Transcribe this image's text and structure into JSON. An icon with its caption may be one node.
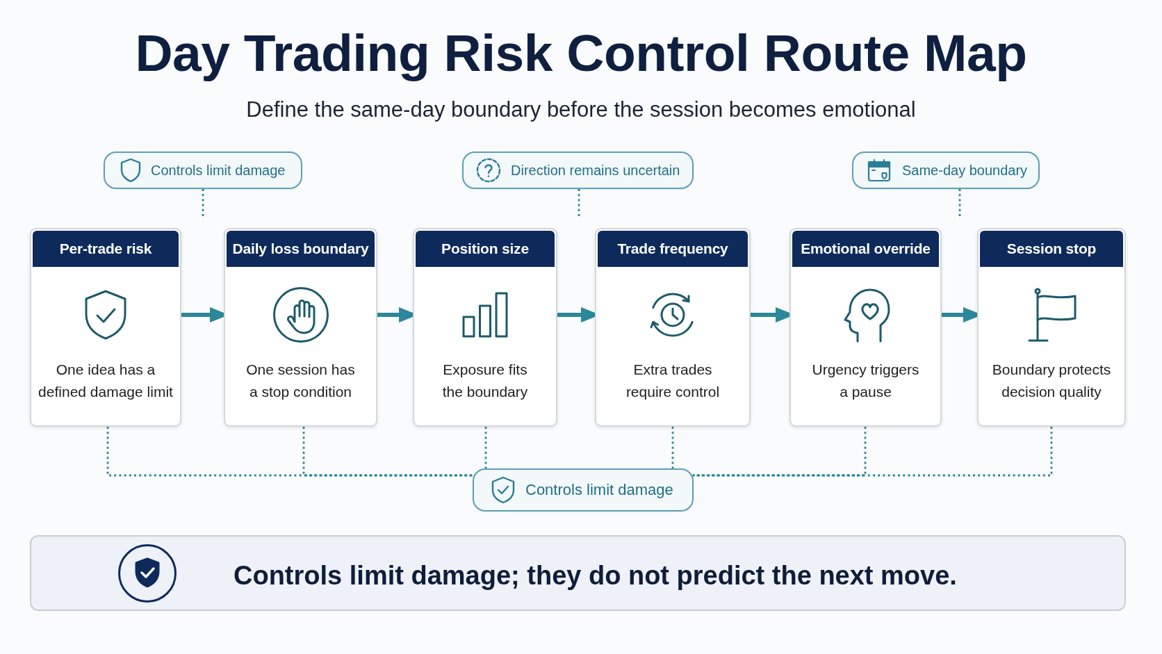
{
  "diagram": {
    "title": "Day Trading Risk Control Route Map",
    "nodes": [
      {
        "text": [
          "Controls limit damage"
        ]
      },
      {
        "text": [
          "Direction remains uncertain"
        ]
      },
      {
        "text": [
          "Same-day boundary"
        ]
      },
      {
        "text": [
          "Per-trade risk",
          "One idea has a defined damage limit"
        ]
      },
      {
        "text": [
          "Daily loss boundary",
          "One session has a stop condition"
        ]
      },
      {
        "text": [
          "Position size",
          "Exposure fits the boundary"
        ]
      },
      {
        "text": [
          "Trade frequency",
          "Extra trades require control"
        ]
      },
      {
        "text": [
          "Emotional override",
          "Urgency triggers a pause"
        ]
      },
      {
        "text": [
          "Session stop",
          "Boundary protects decision quality"
        ]
      },
      {
        "text": [
          "Controls limit damage"
        ]
      },
      {
        "text": [
          "Controls limit damage; they do not predict the next move."
        ]
      }
    ],
    "edges": [
      {
        "from": 3,
        "to": 4,
        "arrow": "to",
        "style": "thick"
      },
      {
        "from": 4,
        "to": 5,
        "arrow": "to",
        "style": "thick"
      },
      {
        "from": 5,
        "to": 6,
        "arrow": "to",
        "style": "thick"
      },
      {
        "from": 6,
        "to": 7,
        "arrow": "to",
        "style": "thick"
      },
      {
        "from": 7,
        "to": 8,
        "arrow": "to",
        "style": "thick"
      },
      {
        "from": 0,
        "to": null,
        "arrow": "none",
        "style": "dashed"
      },
      {
        "from": 1,
        "to": null,
        "arrow": "none",
        "style": "dashed"
      },
      {
        "from": 2,
        "to": null,
        "arrow": "none",
        "style": "dashed"
      },
      {
        "from": 3,
        "to": 9,
        "arrow": "none",
        "style": "dashed"
      },
      {
        "from": 4,
        "to": 9,
        "arrow": "none",
        "style": "dashed"
      },
      {
        "from": 5,
        "to": 9,
        "arrow": "none",
        "style": "dashed"
      },
      {
        "from": 6,
        "to": 9,
        "arrow": "none",
        "style": "dashed"
      },
      {
        "from": 7,
        "to": 9,
        "arrow": "none",
        "style": "dashed"
      },
      {
        "from": 8,
        "to": 9,
        "arrow": "none",
        "style": "dashed"
      }
    ],
    "labels": [
      "Define the same-day boundary before the session becomes emotional"
    ]
  }
}
